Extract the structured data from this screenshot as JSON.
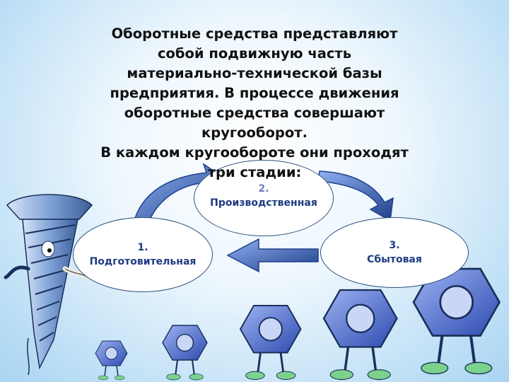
{
  "title_lines": [
    "Оборотные средства представляют",
    "собой подвижную часть",
    "материально-технической базы",
    "предприятия. В процессе движения",
    "оборотные средства совершают",
    "кругооборот.",
    "В каждом кругообороте они проходят",
    "три стадии:"
  ],
  "stages": [
    {
      "number": "1.",
      "name": "Подготовительная"
    },
    {
      "number": "2.",
      "name": "Производственная"
    },
    {
      "number": "3.",
      "name": "Сбытовая"
    }
  ],
  "colors": {
    "arrow": "#3a69c9",
    "arrow_dark": "#1f3f8c",
    "ellipse_border": "#2c4f7c",
    "stage_text": "#1f3b82",
    "nut": "#4f6fd6",
    "screw": "#7fa2d6"
  }
}
